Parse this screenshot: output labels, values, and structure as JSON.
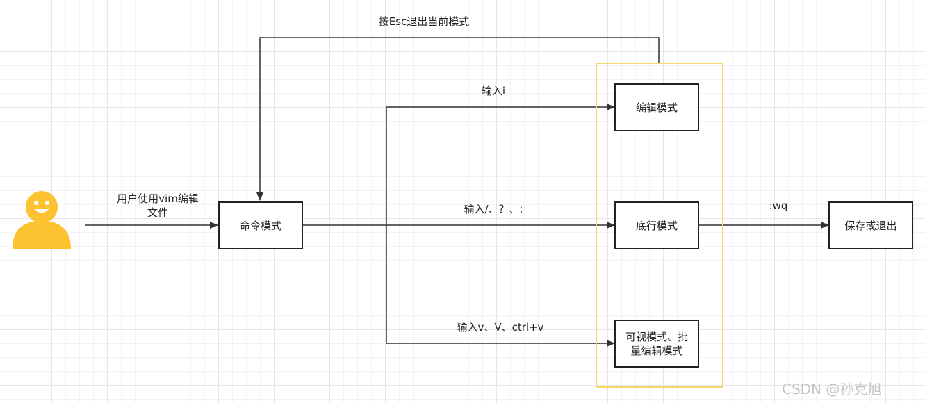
{
  "nodes": {
    "command_mode": "命令模式",
    "edit_mode": "编辑模式",
    "bottom_mode": "底行模式",
    "visual_mode": "可视模式、批量编辑模式",
    "save_quit": "保存或退出"
  },
  "edges": {
    "user_to_command": "用户使用vim编辑文件",
    "esc_back": "按Esc退出当前模式",
    "to_edit": "输入i",
    "to_bottom": "输入/、？、:",
    "to_visual": "输入v、V、ctrl+v",
    "to_save": ":wq"
  },
  "icons": {
    "user": "user-icon"
  },
  "colors": {
    "user_icon": "#fcc22f",
    "container_border": "#f5d76e",
    "line": "#333333"
  },
  "watermark": "CSDN @孙克旭"
}
